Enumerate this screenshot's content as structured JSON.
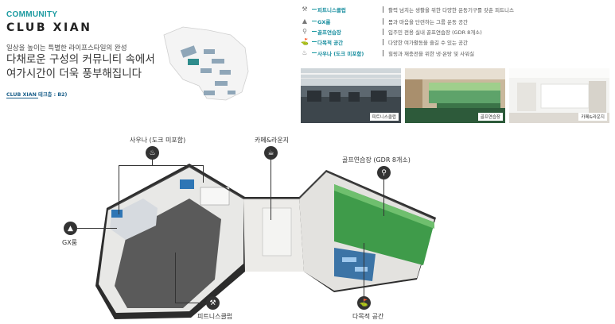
{
  "header": {
    "community": "COMMUNITY",
    "club": "CLUB XIAN",
    "tagline": "일상을 높이는 특별한 라이프스타일의 완성",
    "headline_line1": "다채로운 구성의 커뮤니티 속에서",
    "headline_line2": "여가시간이 더욱 풍부해집니다",
    "subtitle": "CLUB XIAN 테크층 : B2)"
  },
  "legend": [
    {
      "icon": "dumbbell-icon",
      "glyph": "⚒",
      "name": "피트니스클럽",
      "desc": "활력 넘치는 생활을 위한 다양한 운동기구를 갖춘 피트니스"
    },
    {
      "icon": "gx-icon",
      "glyph": "▲",
      "name": "GX룸",
      "desc": "몸과 마음을 단련하는 그룹 운동 공간"
    },
    {
      "icon": "golfer-icon",
      "glyph": "⚲",
      "name": "골프연습장",
      "desc": "입주민 전용 실내 골프연습장 (GDR 8개소)"
    },
    {
      "icon": "multipurpose-icon",
      "glyph": "⛳",
      "name": "다목적 공간",
      "desc": "다양한 여가활동을 즐길 수 있는 공간"
    },
    {
      "icon": "sauna-icon",
      "glyph": "♨",
      "name": "사우나 (도크 미포함)",
      "desc": "힐링과 재충전을 위한 냉·온탕 및 사워실"
    }
  ],
  "photos": [
    {
      "caption": "피트니스클럽"
    },
    {
      "caption": "골프연습장"
    },
    {
      "caption": "카페&라운지"
    }
  ],
  "plan_labels": {
    "sauna": "사우나 (도크 미포함)",
    "cafe": "카페&라운지",
    "golf": "골프연습장 (GDR 8개소)",
    "gx": "GX룸",
    "fitness": "피트니스클럽",
    "multi": "다목적 공간"
  },
  "colors": {
    "accent": "#1a9aa0",
    "dark": "#333333",
    "golf_green": "#3f9b4a"
  }
}
